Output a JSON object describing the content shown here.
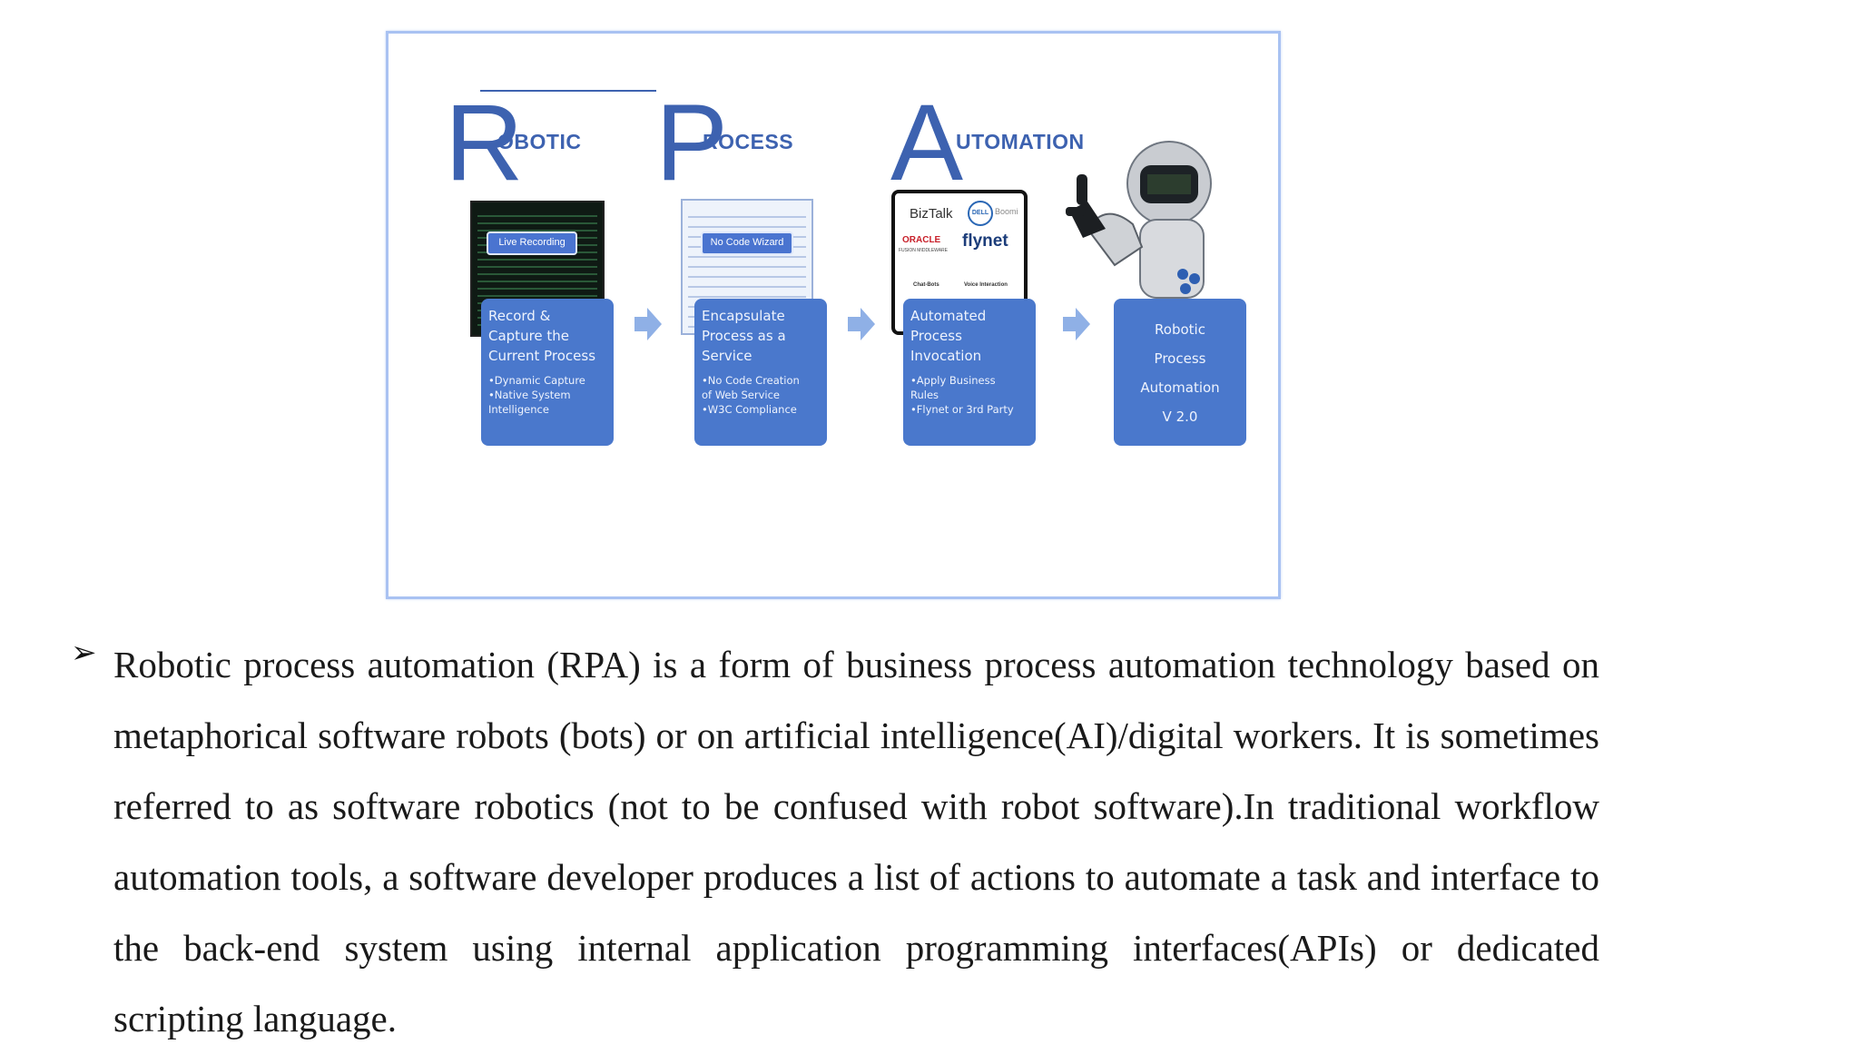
{
  "figure": {
    "headers": [
      {
        "big": "R",
        "rest": "OBOTIC"
      },
      {
        "big": "P",
        "rest": "ROCESS"
      },
      {
        "big": "A",
        "rest": "UTOMATION"
      }
    ],
    "pills": [
      "Live Recording",
      "No Code Wizard"
    ],
    "logos": {
      "biztalk": "BizTalk",
      "dell": "DELL",
      "boomi": "Boomi",
      "oracle": "ORACLE",
      "fusion": "FUSION MIDDLEWARE",
      "flynet": "flynet",
      "chatbots": "Chat-Bots",
      "voice": "Voice Interaction"
    },
    "steps": [
      {
        "title": "Record & Capture the Current Process",
        "bullets": "•Dynamic Capture\n•Native System\n  Intelligence"
      },
      {
        "title": "Encapsulate Process as a Service",
        "bullets": "•No Code Creation\n  of Web Service\n•W3C Compliance"
      },
      {
        "title": "Automated Process Invocation",
        "bullets": "•Apply Business\n  Rules\n•Flynet or 3rd Party"
      },
      {
        "lines": [
          "Robotic",
          "Process",
          "Automation",
          "V 2.0"
        ]
      }
    ],
    "colors": {
      "accent": "#3d62b0",
      "box": "#4a78cc",
      "arrow": "#8fb0e6",
      "frame": "#a9c2f2"
    }
  },
  "bullet_glyph": "➢",
  "paragraph": "Robotic process automation (RPA) is a form of  business process automation technology based on metaphorical software robots (bots) or on artificial intelligence(AI)/digital workers. It is sometimes referred to as software robotics (not to be confused with robot software).In traditional workflow automation tools, a software developer produces a list of actions to automate a task and interface to the back-end system using internal application programming interfaces(APIs) or dedicated scripting language."
}
